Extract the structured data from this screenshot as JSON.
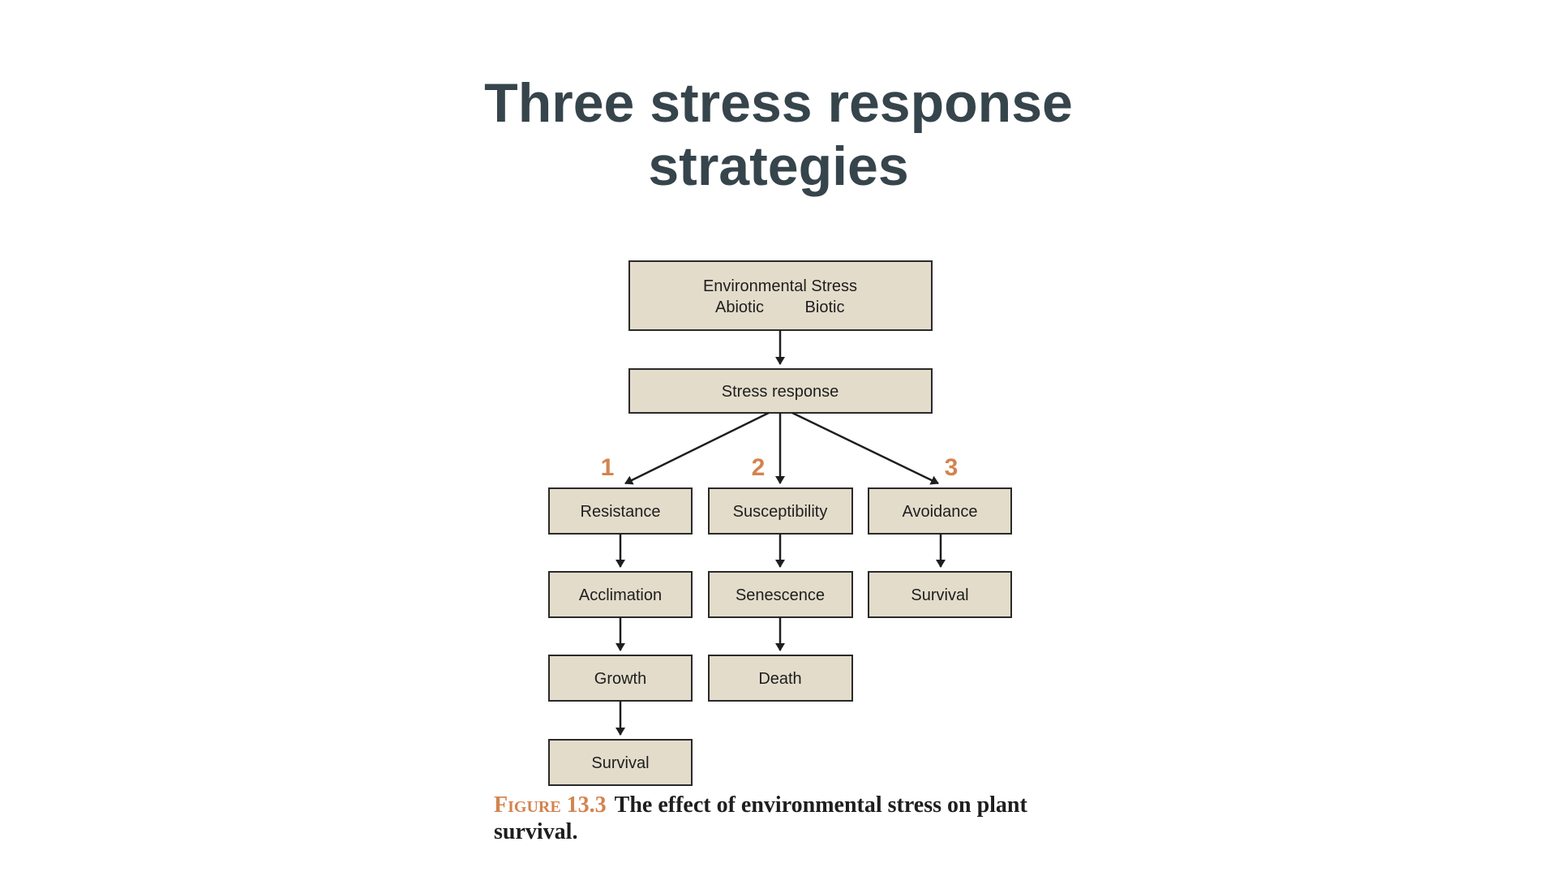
{
  "title": {
    "line1": "Three stress response",
    "line2": "strategies"
  },
  "diagram": {
    "root": {
      "line1": "Environmental Stress",
      "abiotic": "Abiotic",
      "biotic": "Biotic"
    },
    "response": "Stress response",
    "branches": [
      {
        "number": "1",
        "nodes": [
          "Resistance",
          "Acclimation",
          "Growth",
          "Survival"
        ]
      },
      {
        "number": "2",
        "nodes": [
          "Susceptibility",
          "Senescence",
          "Death"
        ]
      },
      {
        "number": "3",
        "nodes": [
          "Avoidance",
          "Survival"
        ]
      }
    ],
    "colors": {
      "box_fill": "#e3dccb",
      "number": "#d4834e",
      "title": "#36444b"
    }
  },
  "caption": {
    "label": "Figure 13.3",
    "text": "The effect of environmental stress on plant survival."
  }
}
